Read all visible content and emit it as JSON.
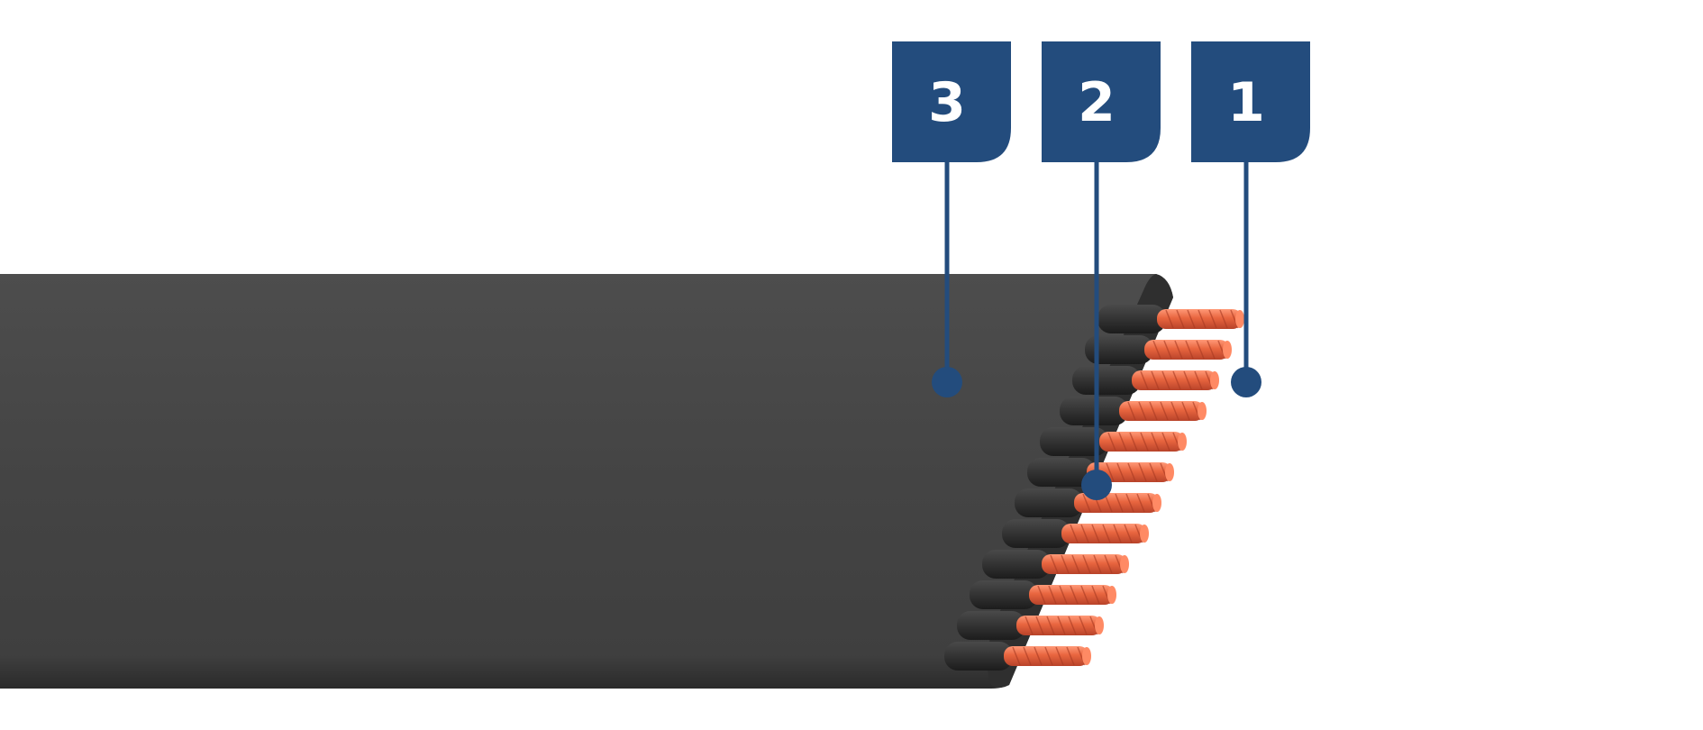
{
  "colors": {
    "background": "#ffffff",
    "jacket": "#454545",
    "jacket_shadow": "#2e2e2e",
    "insulation": "#3a3a3a",
    "copper": "#e8653f",
    "copper_highlight": "#ff9a78",
    "callout": "#234c7d",
    "callout_text": "#ffffff"
  },
  "callouts": [
    {
      "number": "3",
      "points_to": "outer-jacket"
    },
    {
      "number": "2",
      "points_to": "core-insulation"
    },
    {
      "number": "1",
      "points_to": "copper-conductor"
    }
  ]
}
